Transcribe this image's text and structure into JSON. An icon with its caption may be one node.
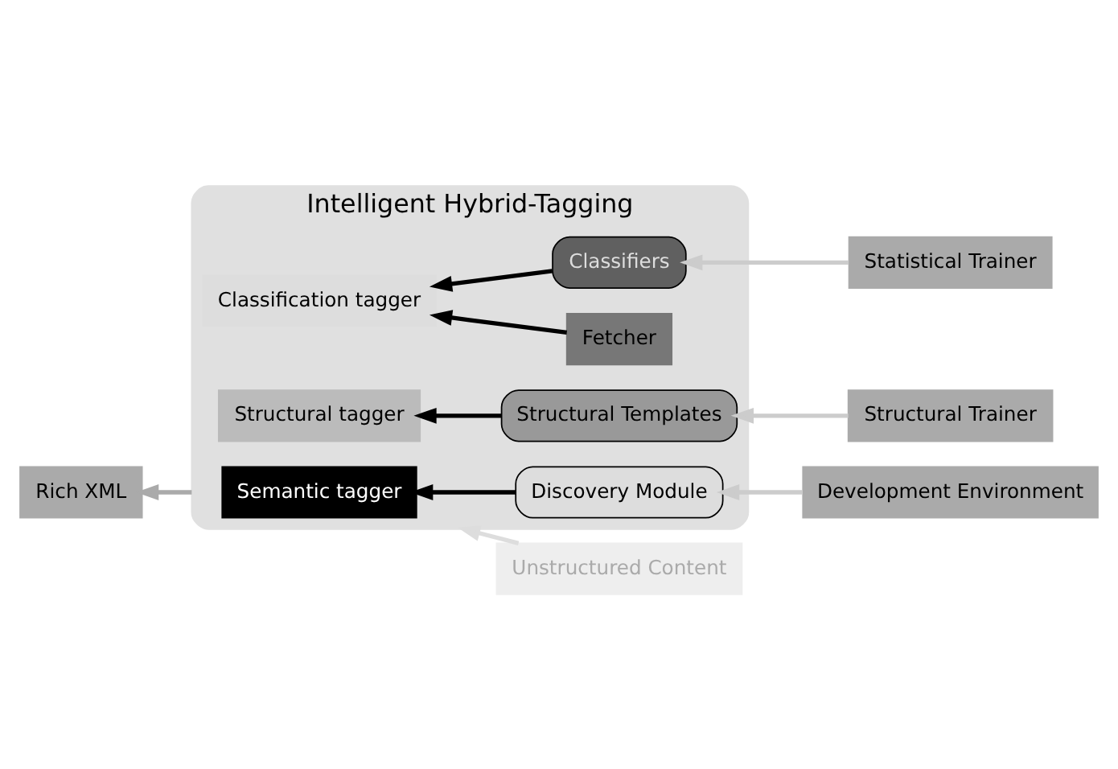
{
  "diagram": {
    "nodes": [
      {
        "text": [
          "Intelligent Hybrid-Tagging"
        ]
      },
      {
        "text": [
          "Semantic tagger"
        ],
        "in": 0
      },
      {
        "text": [
          "Classification tagger"
        ],
        "in": 0
      },
      {
        "text": [
          "Structural tagger"
        ],
        "in": 0
      },
      {
        "text": [
          "Discovery Module"
        ],
        "in": 0
      },
      {
        "text": [
          "Classifiers"
        ],
        "in": 0
      },
      {
        "text": [
          "Structural Templates"
        ],
        "in": 0
      },
      {
        "text": [
          "Fetcher"
        ],
        "in": 0
      },
      {
        "text": [
          "Development Environment"
        ]
      },
      {
        "text": [
          "Statistical Trainer"
        ]
      },
      {
        "text": [
          "Structural Trainer"
        ]
      },
      {
        "text": [
          "Rich XML"
        ]
      },
      {
        "text": [
          "Unstructured Content"
        ]
      }
    ],
    "edges": [
      {
        "from": 4,
        "to": 1,
        "arrow": "to"
      },
      {
        "from": 5,
        "to": 2,
        "arrow": "to"
      },
      {
        "from": 6,
        "to": 3,
        "arrow": "to"
      },
      {
        "from": 8,
        "to": 4,
        "arrow": "to",
        "color": "#cccccc"
      },
      {
        "from": 9,
        "to": 5,
        "arrow": "to",
        "color": "#cccccc"
      },
      {
        "from": 10,
        "to": 6,
        "arrow": "to",
        "color": "#cccccc"
      },
      {
        "from": 7,
        "to": 2,
        "arrow": "to"
      },
      {
        "from": 0,
        "to": 11,
        "arrow": "to",
        "color": "#aaaaaa"
      },
      {
        "from": 12,
        "to": 0,
        "arrow": "to",
        "color": "#dddddd"
      }
    ]
  }
}
